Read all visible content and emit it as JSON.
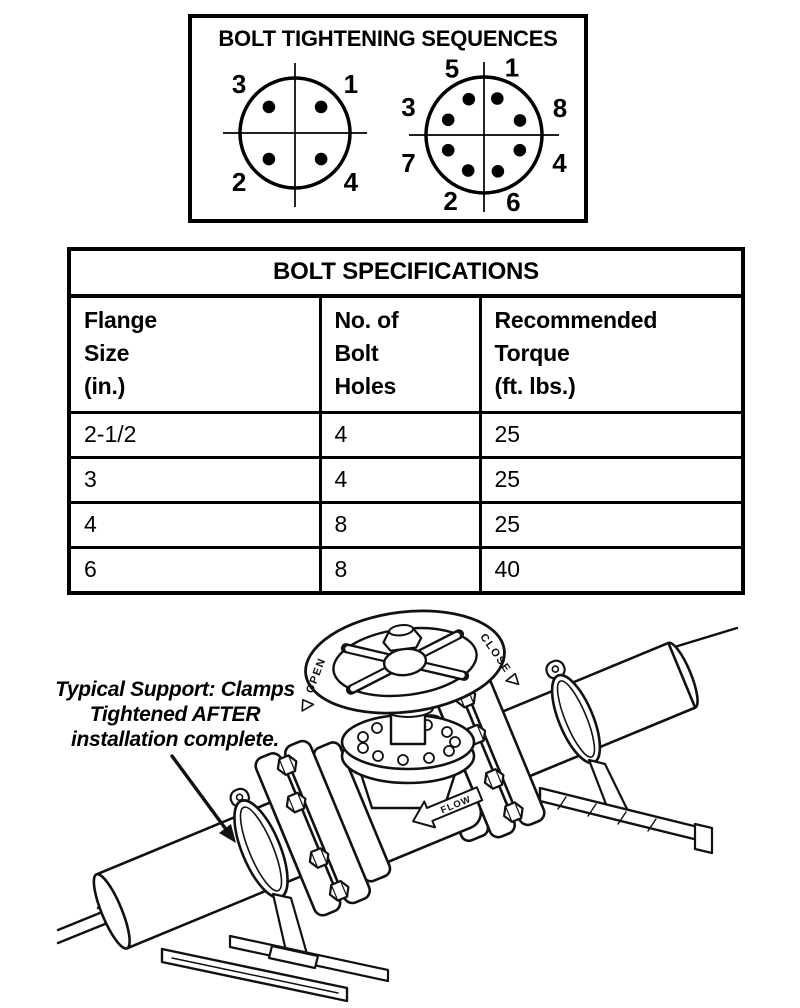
{
  "page": {
    "background": "#ffffff",
    "ink": "#000000"
  },
  "sequences_panel": {
    "title": "BOLT TIGHTENING SEQUENCES",
    "diagrams": [
      {
        "name": "4-bolt-flange-sequence",
        "bolt_count": 4,
        "positions": [
          {
            "seq": "1",
            "angle": 45
          },
          {
            "seq": "3",
            "angle": 135
          },
          {
            "seq": "2",
            "angle": 225
          },
          {
            "seq": "4",
            "angle": 315
          }
        ]
      },
      {
        "name": "8-bolt-flange-sequence",
        "bolt_count": 8,
        "positions": [
          {
            "seq": "1",
            "angle": 70
          },
          {
            "seq": "5",
            "angle": 113
          },
          {
            "seq": "3",
            "angle": 157
          },
          {
            "seq": "7",
            "angle": 203
          },
          {
            "seq": "2",
            "angle": 246
          },
          {
            "seq": "6",
            "angle": 291
          },
          {
            "seq": "4",
            "angle": 337
          },
          {
            "seq": "8",
            "angle": 22
          }
        ]
      }
    ]
  },
  "spec_table": {
    "title": "BOLT SPECIFICATIONS",
    "columns": [
      "Flange\nSize\n(in.)",
      "No. of\nBolt\nHoles",
      "Recommended\nTorque\n(ft. lbs.)"
    ],
    "rows": [
      [
        "2-1/2",
        "4",
        "25"
      ],
      [
        "3",
        "4",
        "25"
      ],
      [
        "4",
        "8",
        "25"
      ],
      [
        "6",
        "8",
        "40"
      ]
    ]
  },
  "illustration": {
    "callout": "Typical Support: Clamps\nTightened AFTER\ninstallation complete.",
    "open_label": "OPEN",
    "close_label": "CLOSE",
    "flow_label": "FLOW"
  }
}
